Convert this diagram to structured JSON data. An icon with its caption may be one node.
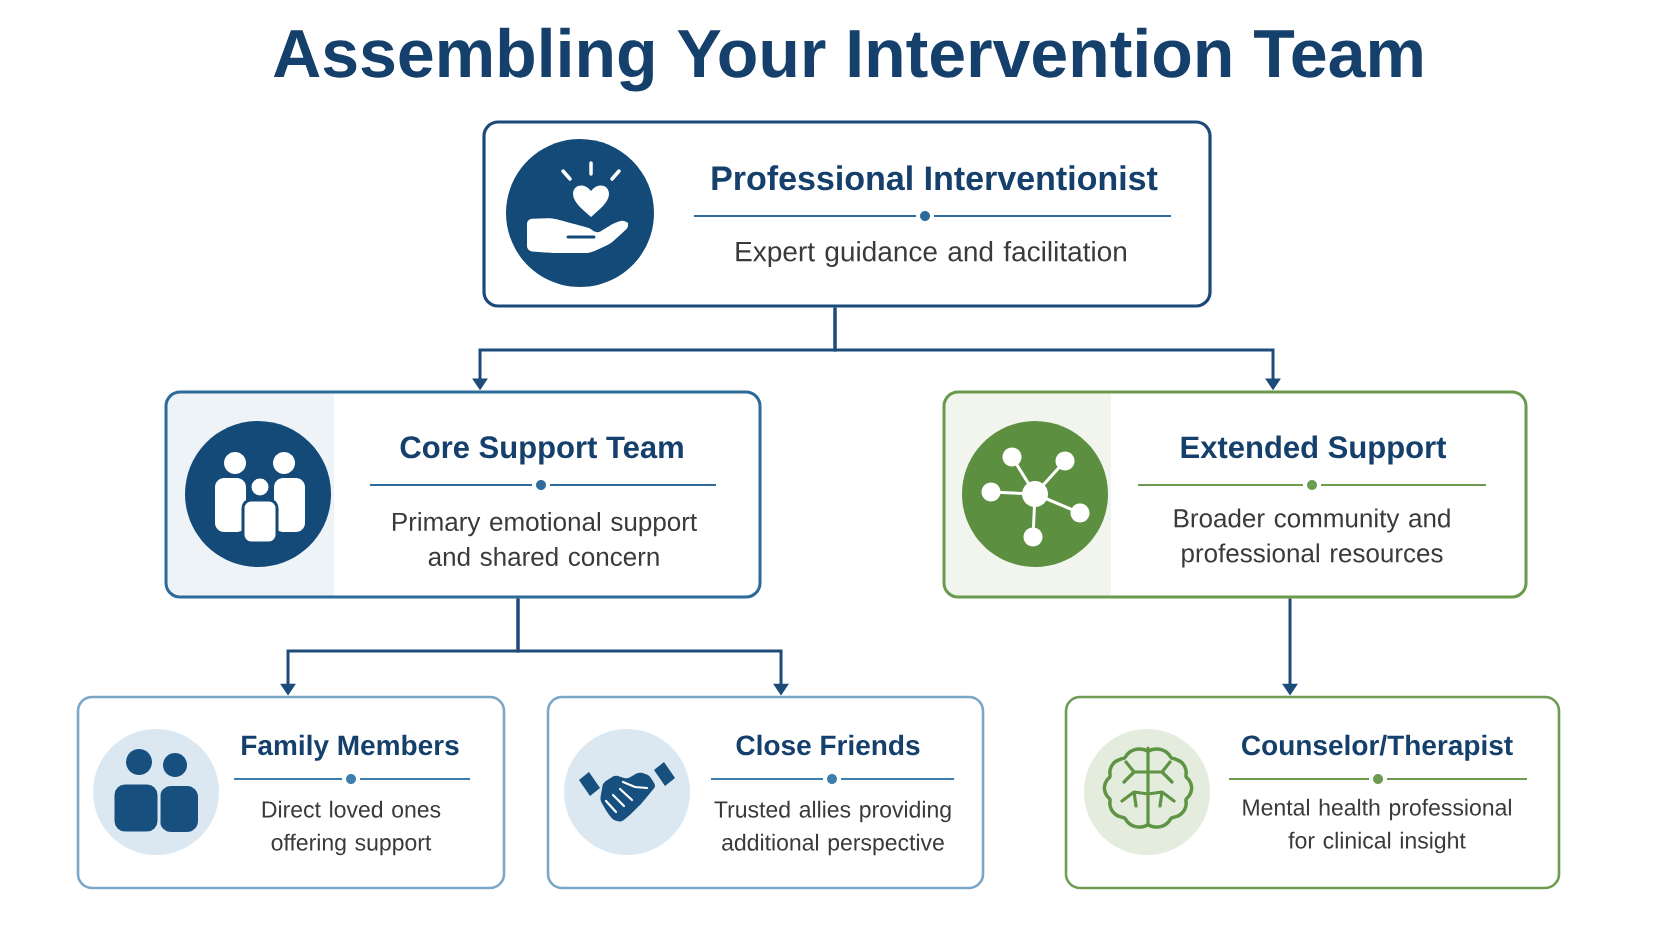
{
  "diagram": {
    "title": "Assembling Your Intervention Team",
    "nodes": [
      {
        "text": [
          "Professional Interventionist",
          "Expert guidance and facilitation"
        ]
      },
      {
        "text": [
          "Core Support Team",
          "Primary emotional support and shared concern"
        ]
      },
      {
        "text": [
          "Extended Support",
          "Broader community and professional resources"
        ]
      },
      {
        "text": [
          "Family Members",
          "Direct loved ones offering support"
        ]
      },
      {
        "text": [
          "Close Friends",
          "Trusted allies providing additional perspective"
        ]
      },
      {
        "text": [
          "Counselor/Therapist",
          "Mental health professional for clinical insight"
        ]
      }
    ],
    "edges": [
      {
        "from": 0,
        "to": 1,
        "arrow": "to"
      },
      {
        "from": 0,
        "to": 2,
        "arrow": "to"
      },
      {
        "from": 1,
        "to": 3,
        "arrow": "to"
      },
      {
        "from": 1,
        "to": 4,
        "arrow": "to"
      },
      {
        "from": 2,
        "to": 5,
        "arrow": "to"
      }
    ]
  }
}
